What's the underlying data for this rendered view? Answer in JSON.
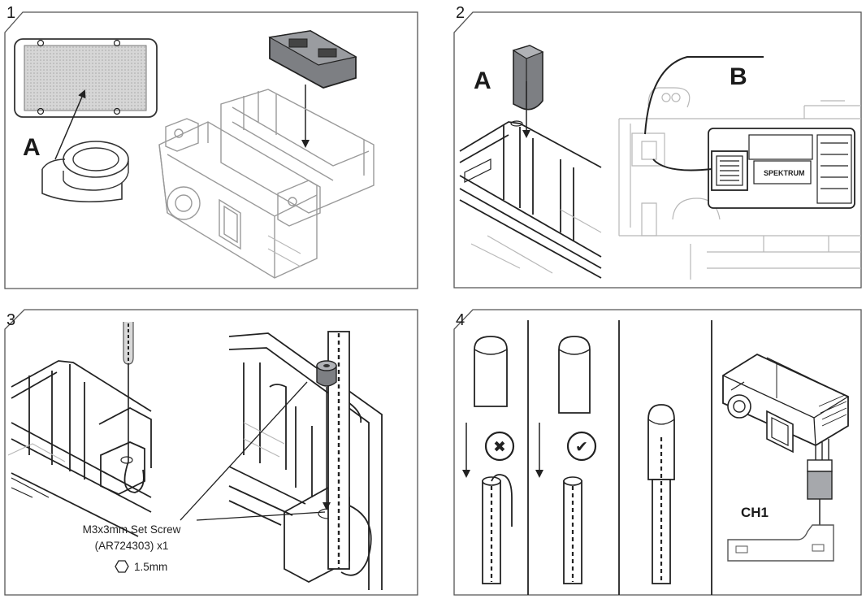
{
  "panels": [
    {
      "step": "1",
      "callout_a": "A"
    },
    {
      "step": "2",
      "callout_a": "A",
      "callout_b": "B",
      "receiver_brand": "SPEKTRUM"
    },
    {
      "step": "3",
      "part_name": "M3x3mm Set Screw",
      "part_number": "(AR724303) x1",
      "hex_size": "1.5mm"
    },
    {
      "step": "4",
      "wrong_symbol": "✖",
      "right_symbol": "✔",
      "channel": "CH1"
    }
  ]
}
